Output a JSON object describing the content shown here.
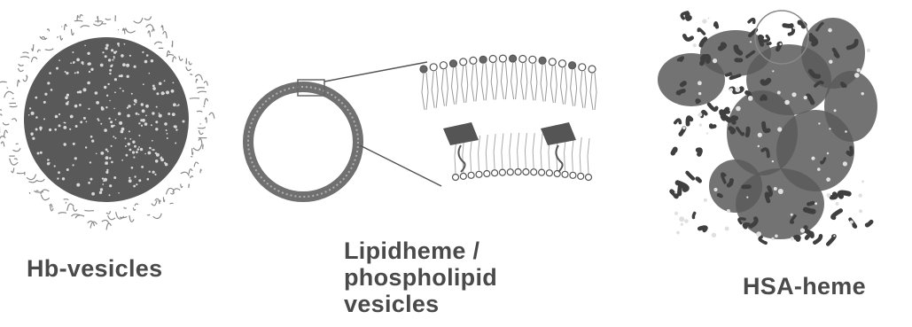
{
  "panels": {
    "hb_vesicles": {
      "caption": "Hb-vesicles"
    },
    "lipidheme_vesicles": {
      "caption_lines": [
        "Lipidheme /",
        "phospholipid",
        "vesicles"
      ]
    },
    "hsa_heme": {
      "caption": "HSA-heme"
    }
  },
  "colors": {
    "protein_fill": "#555555",
    "caption_text": "#4a4a4a",
    "outline": "#888888",
    "background": "#ffffff"
  }
}
